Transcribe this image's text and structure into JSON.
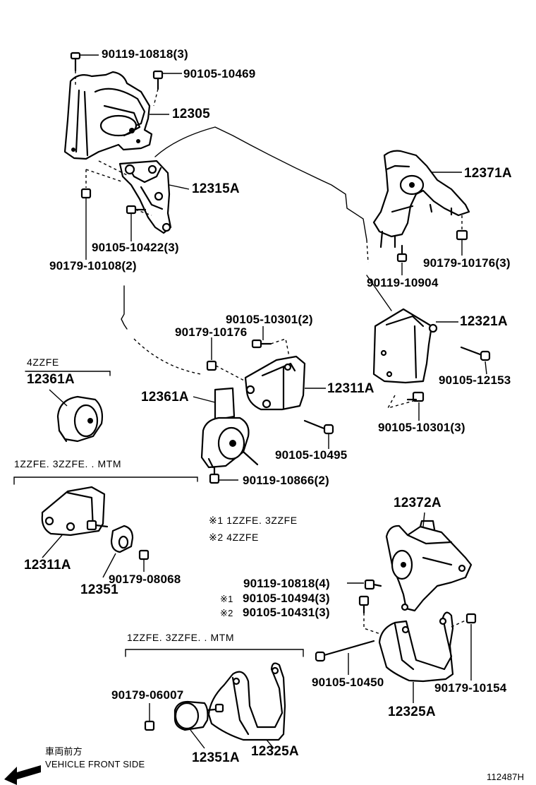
{
  "labels": {
    "p90119_10818_3": "90119-10818(3)",
    "p90105_10469": "90105-10469",
    "p12305": "12305",
    "p12315A": "12315A",
    "p90105_10422_3": "90105-10422(3)",
    "p90179_10108_2": "90179-10108(2)",
    "p12371A": "12371A",
    "p90179_10176_3": "90179-10176(3)",
    "p90119_10904": "90119-10904",
    "p90105_10301_2": "90105-10301(2)",
    "p90179_10176": "90179-10176",
    "p12321A": "12321A",
    "p90105_12153": "90105-12153",
    "p12311A_top": "12311A",
    "p12361A_main": "12361A",
    "p90105_10301_3": "90105-10301(3)",
    "p90105_10495": "90105-10495",
    "p90119_10866_2": "90119-10866(2)",
    "p12361A_4zz": "12361A",
    "p12311A_left": "12311A",
    "p12351": "12351",
    "p90179_08068": "90179-08068",
    "p12372A": "12372A",
    "p90119_10818_4": "90119-10818(4)",
    "p90105_10494_3": "90105-10494(3)",
    "p90105_10431_3": "90105-10431(3)",
    "p90105_10450": "90105-10450",
    "p90179_10154": "90179-10154",
    "p12325A_right": "12325A",
    "p90179_06007": "90179-06007",
    "p12351A": "12351A",
    "p12325A_bottom": "12325A"
  },
  "conditions": {
    "engine_4zzfe": "4ZZFE",
    "mt_group_1": "1ZZFE. 3ZZFE. . MTM",
    "mt_group_2": "1ZZFE. 3ZZFE. . MTM"
  },
  "notes": {
    "mark1": "※1",
    "mark2": "※2",
    "note1": "※1 1ZZFE. 3ZZFE",
    "note2": "※2 4ZZFE"
  },
  "footer": {
    "jp_label": "車両前方",
    "en_label": "VEHICLE FRONT SIDE",
    "figure_id": "112487H"
  },
  "icons": {
    "arrow": "front-arrow-icon"
  }
}
